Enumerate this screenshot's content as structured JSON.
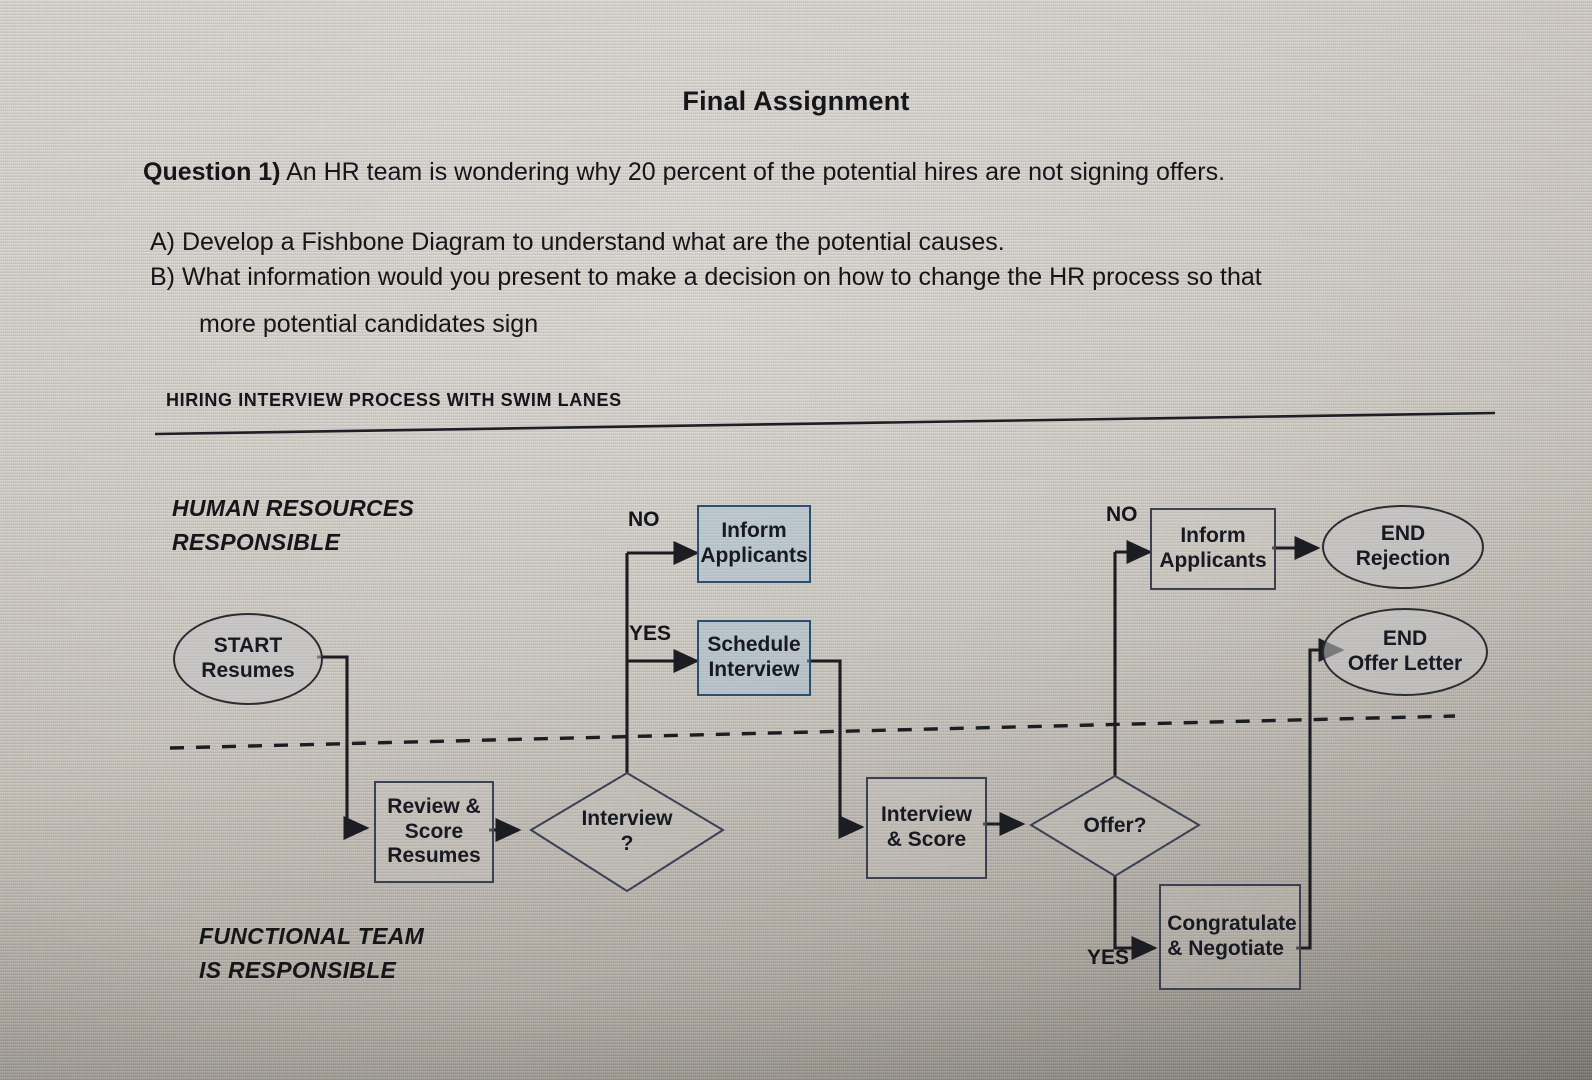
{
  "document": {
    "title": "Final Assignment",
    "question_prefix": "Question 1)",
    "question_text": " An HR team is wondering why 20 percent of the potential hires are not signing offers.",
    "option_a": "A)   Develop a Fishbone Diagram to understand what are the potential causes.",
    "option_b": "B)   What information would you present to make a decision on how to change the HR process so that",
    "option_b_cont": "more potential candidates sign",
    "diagram_title": "HIRING INTERVIEW PROCESS WITH SWIM LANES"
  },
  "lanes": {
    "top_line1": "HUMAN RESOURCES",
    "top_line2": "RESPONSIBLE",
    "bottom_line1": "FUNCTIONAL TEAM",
    "bottom_line2": "IS RESPONSIBLE"
  },
  "flowchart": {
    "type": "swimlane-flowchart",
    "nodes": [
      {
        "id": "start",
        "shape": "oval",
        "lane": "HUMAN RESOURCES RESPONSIBLE",
        "line1": "START",
        "line2": "Resumes"
      },
      {
        "id": "inform1",
        "shape": "rect",
        "lane": "HUMAN RESOURCES RESPONSIBLE",
        "line1": "Inform",
        "line2": "Applicants"
      },
      {
        "id": "schedule",
        "shape": "rect",
        "lane": "HUMAN RESOURCES RESPONSIBLE",
        "line1": "Schedule",
        "line2": "Interview"
      },
      {
        "id": "inform2",
        "shape": "rect",
        "lane": "HUMAN RESOURCES RESPONSIBLE",
        "line1": "Inform",
        "line2": "Applicants"
      },
      {
        "id": "end_reject",
        "shape": "oval",
        "lane": "HUMAN RESOURCES RESPONSIBLE",
        "line1": "END",
        "line2": "Rejection"
      },
      {
        "id": "end_offer",
        "shape": "oval",
        "lane": "HUMAN RESOURCES RESPONSIBLE",
        "line1": "END",
        "line2": "Offer Letter"
      },
      {
        "id": "review",
        "shape": "rect",
        "lane": "FUNCTIONAL TEAM IS RESPONSIBLE",
        "line1": "Review &",
        "line2": "Score",
        "line3": "Resumes"
      },
      {
        "id": "interview_q",
        "shape": "diamond",
        "lane": "FUNCTIONAL TEAM IS RESPONSIBLE",
        "line1": "Interview",
        "line2": "?"
      },
      {
        "id": "interview_sc",
        "shape": "rect",
        "lane": "FUNCTIONAL TEAM IS RESPONSIBLE",
        "line1": "Interview",
        "line2": "& Score"
      },
      {
        "id": "offer_q",
        "shape": "diamond",
        "lane": "FUNCTIONAL TEAM IS RESPONSIBLE",
        "line1": "Offer?"
      },
      {
        "id": "congrats",
        "shape": "rect",
        "lane": "FUNCTIONAL TEAM IS RESPONSIBLE",
        "line1": "Congratulate",
        "line2": "& Negotiate"
      }
    ],
    "edge_labels": {
      "interview_no": "NO",
      "interview_yes": "YES",
      "offer_no": "NO",
      "offer_yes": "YES"
    },
    "edges": [
      {
        "from": "start",
        "to": "review"
      },
      {
        "from": "review",
        "to": "interview_q"
      },
      {
        "from": "interview_q",
        "to": "inform1",
        "label": "NO"
      },
      {
        "from": "interview_q",
        "to": "schedule",
        "label": "YES"
      },
      {
        "from": "schedule",
        "to": "interview_sc"
      },
      {
        "from": "interview_sc",
        "to": "offer_q"
      },
      {
        "from": "offer_q",
        "to": "inform2",
        "label": "NO"
      },
      {
        "from": "offer_q",
        "to": "congrats",
        "label": "YES"
      },
      {
        "from": "inform2",
        "to": "end_reject"
      },
      {
        "from": "congrats",
        "to": "end_offer"
      }
    ]
  },
  "colors": {
    "ink": "#15161a",
    "shape_stroke": "#3a4152",
    "blue_stroke": "#2b4f72",
    "blue_fill": "#a6c2d6",
    "paper": "#cfcac3"
  }
}
